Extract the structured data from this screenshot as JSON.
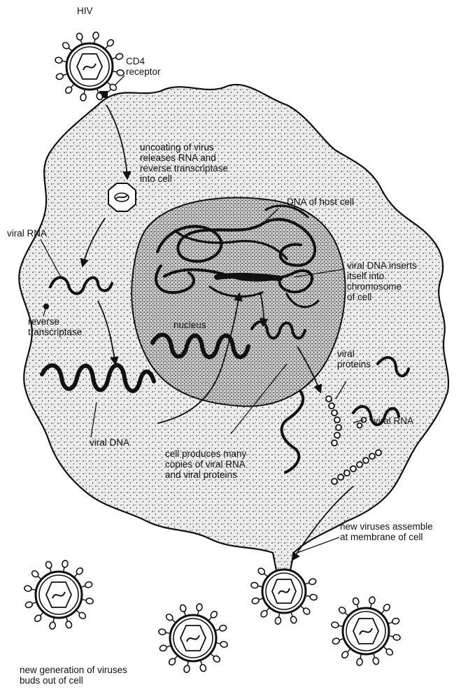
{
  "labels": {
    "hiv": "HIV",
    "cd4_receptor": "CD4\nreceptor",
    "uncoating": "uncoating of virus\nreleases RNA and\nreverse transcriptase\ninto cell",
    "dna_host": "DNA of host cell",
    "viral_rna_left": "viral RNA",
    "viral_dna_inserts": "viral DNA inserts\nitself into\nchromosome\nof cell",
    "reverse_transcriptase": "reverse\ntranscriptase",
    "nucleus": "nucleus",
    "viral_proteins": "viral\nproteins",
    "viral_rna_right": "viral RNA",
    "viral_dna": "viral DNA",
    "cell_produces": "cell produces many\ncopies of viral RNA\nand viral proteins",
    "new_viruses_assemble": "new viruses assemble\nat membrane of cell",
    "new_generation": "new generation of viruses\nbuds out of cell"
  },
  "colors": {
    "ink": "#111111",
    "cell_fill": "#e9e9e9",
    "nucleus_fill": "#cfcfcf",
    "background": "#ffffff"
  }
}
